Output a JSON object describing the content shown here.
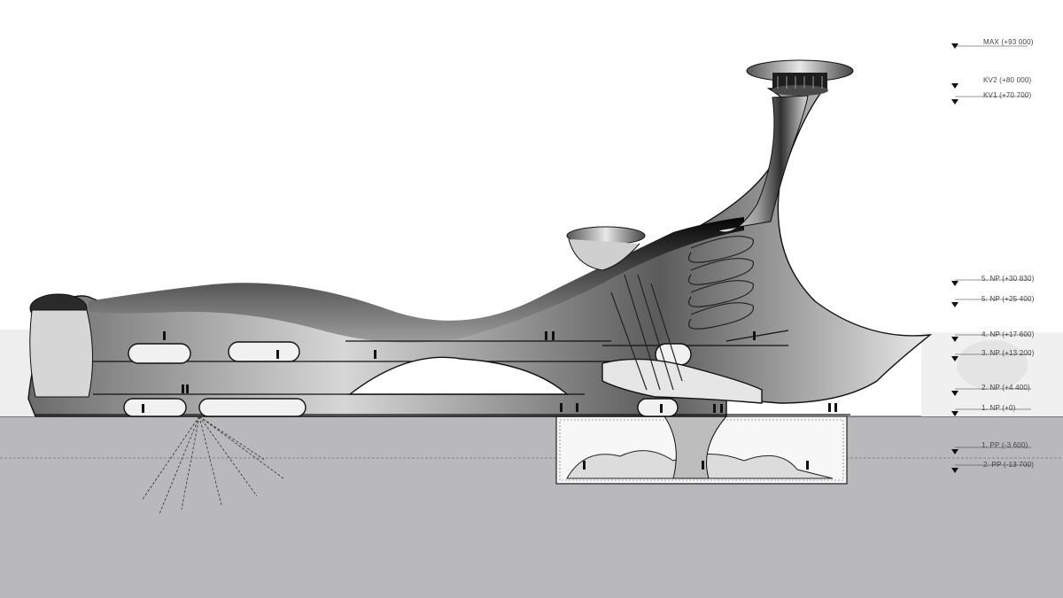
{
  "levels": [
    {
      "id": "max",
      "label": "MAX (+93 000)"
    },
    {
      "id": "kv2",
      "label": "KV2 (+80 000)"
    },
    {
      "id": "kv1",
      "label": "KV1 (+70 700)"
    },
    {
      "id": "np5",
      "label": "5. NP (+30 830)"
    },
    {
      "id": "np4b",
      "label": "5. NP (+25 400)"
    },
    {
      "id": "np4",
      "label": "4. NP (+17 600)"
    },
    {
      "id": "np3",
      "label": "3. NP (+13 200)"
    },
    {
      "id": "np2",
      "label": "2. NP (+4 400)"
    },
    {
      "id": "np1",
      "label": "1. NP (+0)"
    },
    {
      "id": "pp1",
      "label": "1. PP (-3 600)"
    },
    {
      "id": "pp2",
      "label": "2. PP (-13 700)"
    }
  ],
  "colors": {
    "ground": "#b9b9bb",
    "shell_dark": "#1a1a1a",
    "shell_mid": "#8d8d8d",
    "shell_light": "#f4f4f4",
    "sky": "#ffffff"
  }
}
